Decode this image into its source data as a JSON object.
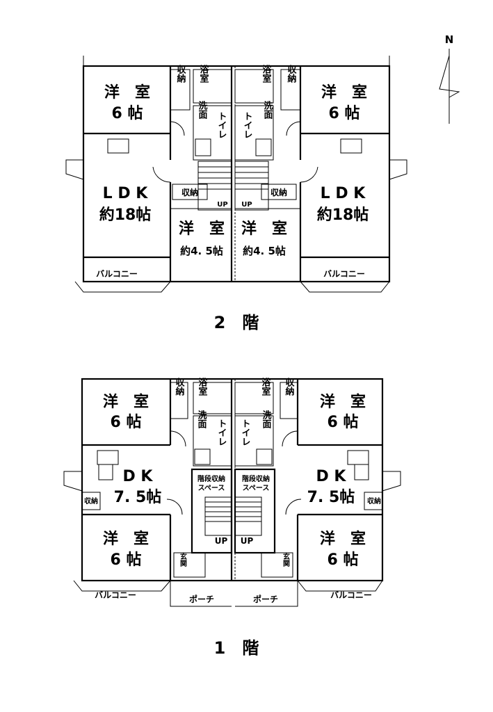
{
  "compass": {
    "label": "N"
  },
  "floor2": {
    "title": "2　階",
    "left": {
      "bedroom_top": [
        "洋　室",
        "6 帖"
      ],
      "storage_top": "収納",
      "bath": "浴室",
      "washroom": "洗面",
      "toilet": "トイレ",
      "ldk": [
        "L D K",
        "約18帖"
      ],
      "storage_mid": "収納",
      "stairs": "UP",
      "bedroom_small": [
        "洋　室",
        "約4. 5帖"
      ],
      "balcony": "バルコニー"
    },
    "right": {
      "bedroom_top": [
        "洋　室",
        "6 帖"
      ],
      "storage_top": "収納",
      "bath": "浴室",
      "washroom": "洗面",
      "toilet": "トイレ",
      "ldk": [
        "L D K",
        "約18帖"
      ],
      "storage_mid": "収納",
      "stairs": "UP",
      "bedroom_small": [
        "洋　室",
        "約4. 5帖"
      ],
      "balcony": "バルコニー"
    }
  },
  "floor1": {
    "title": "1　階",
    "left": {
      "bedroom_top": [
        "洋　室",
        "6 帖"
      ],
      "storage_top": "収納",
      "bath": "浴室",
      "washroom": "洗面",
      "toilet": "トイレ",
      "dk": [
        "D K",
        "7. 5帖"
      ],
      "storage_side": "収納",
      "under_stairs": [
        "階段収納",
        "スペース"
      ],
      "stairs": "UP",
      "bedroom_bottom": [
        "洋　室",
        "6 帖"
      ],
      "entrance": "玄関",
      "balcony": "バルコニー",
      "porch": "ポーチ"
    },
    "right": {
      "bedroom_top": [
        "洋　室",
        "6 帖"
      ],
      "storage_top": "収納",
      "bath": "浴室",
      "washroom": "洗面",
      "toilet": "トイレ",
      "dk": [
        "D K",
        "7. 5帖"
      ],
      "storage_side": "収納",
      "under_stairs": [
        "階段収納",
        "スペース"
      ],
      "stairs": "UP",
      "bedroom_bottom": [
        "洋　室",
        "6 帖"
      ],
      "entrance": "玄関",
      "balcony": "バルコニー",
      "porch": "ポーチ"
    }
  }
}
